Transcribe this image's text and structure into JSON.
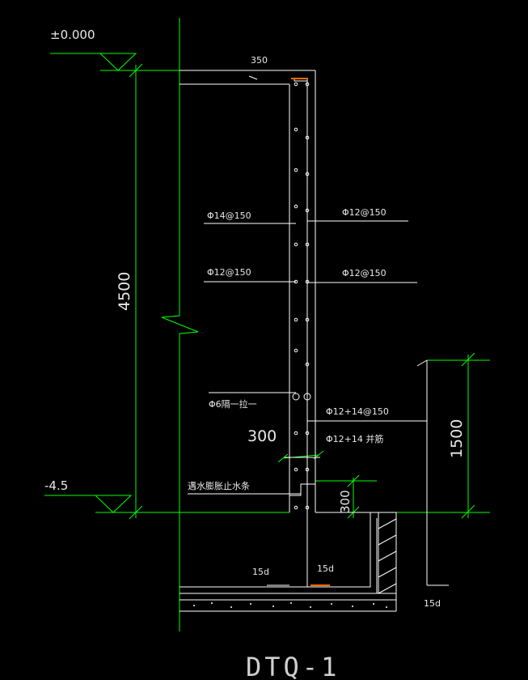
{
  "labels": {
    "top_elevation": "±0.000",
    "bottom_elevation": "-4.5",
    "wall_thickness": "350",
    "wall_height": "4500",
    "rebar_inner_vertical": "Φ14@150",
    "rebar_inner_horizontal": "Φ12@150",
    "rebar_outer_vertical": "Φ12@150",
    "rebar_outer_horizontal": "Φ12@150",
    "tie_bar": "Φ6隔一拉一",
    "extra_bars": "Φ12+14@150",
    "extra_bars_note": "Φ12+14 并筋",
    "haunch_dim": "300",
    "step_dim": "300",
    "right_height": "1500",
    "waterstop": "遇水膨胀止水条",
    "anchorage_left": "15d",
    "anchorage_mid": "15d",
    "anchorage_right": "15d",
    "title": "DTQ-1"
  },
  "colors": {
    "background": "#000000",
    "dimension": "#00ff00",
    "concrete": "#ffffff",
    "rebar_dot": "#ffffff",
    "highlight": "#ff6a00",
    "text": "#e8e8e8"
  }
}
